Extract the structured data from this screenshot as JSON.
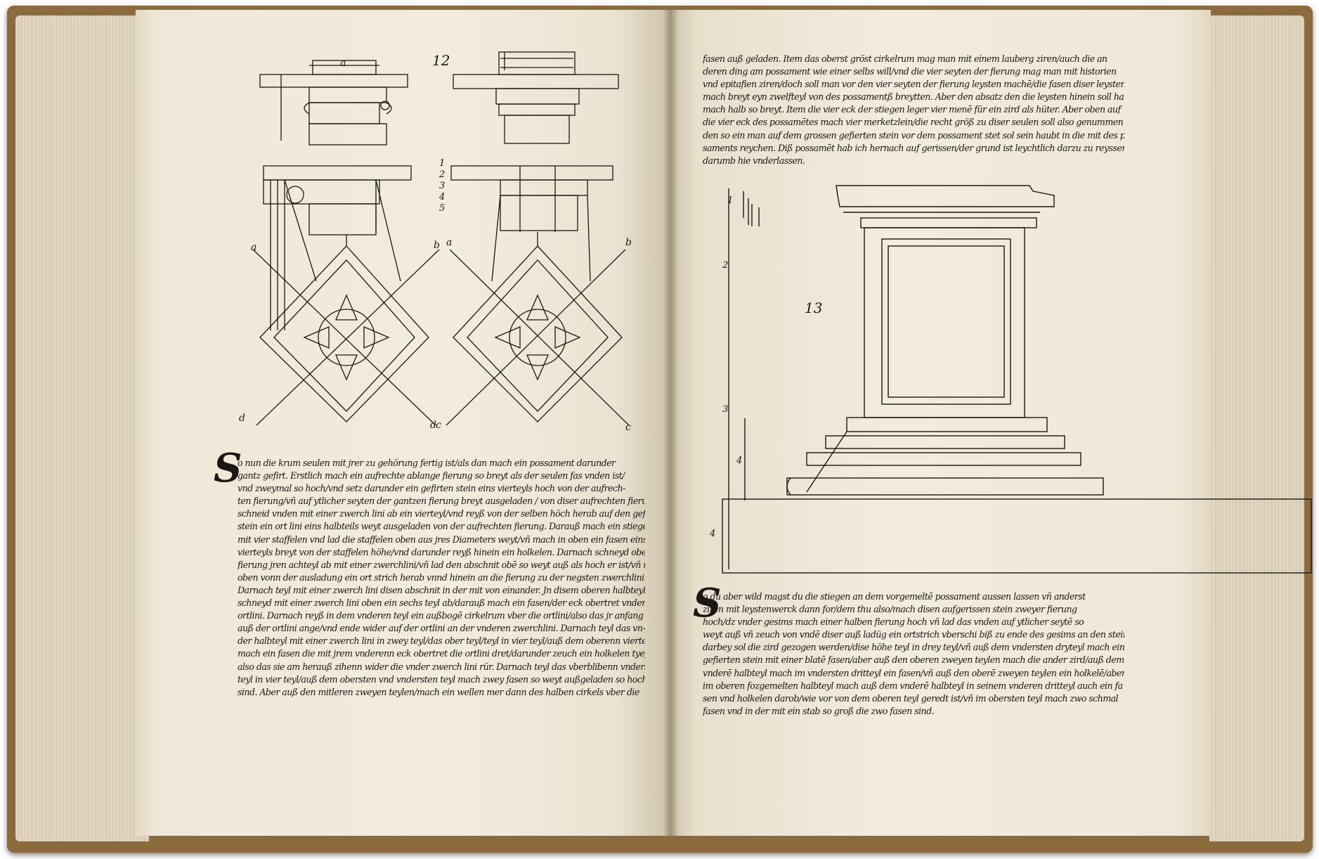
{
  "left_page": {
    "figure_number": "12",
    "letters": {
      "a_top": "a",
      "a_left": "a",
      "b_left": "b",
      "d_left": "d",
      "c_left": "c",
      "a_right": "a",
      "b_right": "b",
      "d_right": "d",
      "c_right": "c"
    },
    "scale_numbers": [
      "1",
      "2",
      "3",
      "4",
      "5"
    ],
    "dropcap": "S",
    "text_lines": [
      "o nun die krum seulen mit jrer zu gehörung fertig ist/als dan mach ein possament darunder",
      "gantz gefirt. Erstlich mach ein aufrechte ablange fierung so breyt als der seulen fas vnden ist/",
      "vnd zweymal so hoch/vnd setz darunder ein gefirten stein eins vierteyls hoch von der aufrech-",
      "ten fierung/vñ auf ytlicher seyten der gantzen fierung breyt ausgeladen / von diser aufrechten fierung",
      "schneid vnden mit einer zwerch lini ab ein vierteyl/vnd reyß von der selben höch herab auf den gefirten",
      "stein ein ort lini eins halbteils weyt ausgeladen von der aufrechten fierung. Darauß mach ein stiegen",
      "mit vier staffelen vnd lad die staffelen oben aus jres Diameters weyt/vñ mach in oben ein fasen eins",
      "vierteyls breyt von der staffelen höhe/vnd darunder reyß hinein ein holkelen. Darnach schneyd oben d'",
      "fierung jren achteyl ab mit einer zwerchlini/vñ lad den abschnit obē so weyt auß als hoch er ist/vñ reyß",
      "oben vonn der ausladung ein ort strich herab vnnd hinein an die fierung zu der negsten zwerchlini.",
      "Darnach teyl mit einer zwerch lini disen abschnit in der mit von einander. Jn disem oberen halbteyl",
      "schneyd mit einer zwerch lini oben ein sechs teyl ab/darauß mach ein fasen/der eck obertret vnden die",
      "ortlini. Darnach reyß in dem vnderen teyl ein außbogē cirkelrum vber die ortlini/also das jr anfang",
      "auß der ortlini ange/vnd ende wider auf der ortlini an der vnderen zwerchlini. Darnach teyl das vn-",
      "der halbteyl mit einer zwerch lini in zwey teyl/das ober teyl/teyl in vier teyl/auß dem oberenn vierteyl",
      "mach ein fasen die mit jrem vnderenn eck obertret die ortlini dret/darunder zeuch ein holkelen tyef hinein/",
      "also das sie am herauß zihenn wider die vnder zwerch lini rür. Darnach teyl das vberblibenn vnderst",
      "teyl in vier teyl/auß dem obersten vnd vndersten teyl mach zwey fasen so weyt außgeladen so hoch sie",
      "sind. Aber auß den mitleren zweyen teylen/mach ein wellen mer dann des halben cirkels vber die"
    ]
  },
  "right_page": {
    "figure_number": "13",
    "scale_numbers": [
      "1",
      "2",
      "3",
      "4",
      "4"
    ],
    "top_text_lines": [
      "fasen auß geladen. Item das oberst gröst cirkelrum mag man mit einem lauberg ziren/auch die an",
      "deren ding am possament wie einer selbs will/vnd die vier seyten der fierung mag man mit historien",
      "vnd epitafien ziren/doch soll man vor den vier seyten der fierung leysten machē/die fasen diser leysten",
      "mach breyt eyn zwelfteyl von des possamentß breytten. Aber den absatz den die leysten hinein soll habē",
      "mach halb so breyt. Item die vier eck der stiegen leger vier menē für ein zird als hüter. Aber oben auf",
      "die vier eck des possamētes mach vier merketzlein/die recht größ zu diser seulen soll also genummen wer",
      "den so ein man auf dem grossen gefierten stein vor dem possament stet sol sein haubt in die mit des pos",
      "saments reychen. Diß possamēt hab ich hernach auf gerissen/der grund ist leychtlich darzu zu reyssen/",
      "darumb hie vnderlassen."
    ],
    "dropcap": "S",
    "bottom_text_lines": [
      "o du aber wild magst du die stiegen an dem vorgemeltē possament aussen lassen vñ anderst",
      "ziren mit leystenwerck dann for/dem thu also/mach disen aufgerissen stein zweyer fierung",
      "hoch/dz vnder gesims mach einer halben fierung hoch vñ lad das vnden auf ytlicher seytē so",
      "weyt auß vñ zeuch von vndē diser auß ladüg ein ortstrich vberschi biß zu ende des gesims an den stein",
      "darbey sol die zird gezogen werden/dise höhe teyl in drey teyl/vñ auß dem vndersten dryteyl mach ein",
      "gefierten stein mit einer blatē fasen/aber auß den oberen zweyen teylen mach die ander zird/auß dem",
      "vnderē halbteyl mach im vndersten dritteyl ein fasen/vñ auß den oberē zweyen teylen ein holkelē/aber",
      "im oberen fozgemelten halbteyl mach auß dem vnderē halbteyl in seinem vnderen dritteyl auch ein fa",
      "sen vnd holkelen darob/wie vor von dem oberen teyl geredt ist/vñ im obersten teyl mach zwo schmal",
      "fasen vnd in der mit ein stab so groß die zwo fasen sind."
    ]
  }
}
